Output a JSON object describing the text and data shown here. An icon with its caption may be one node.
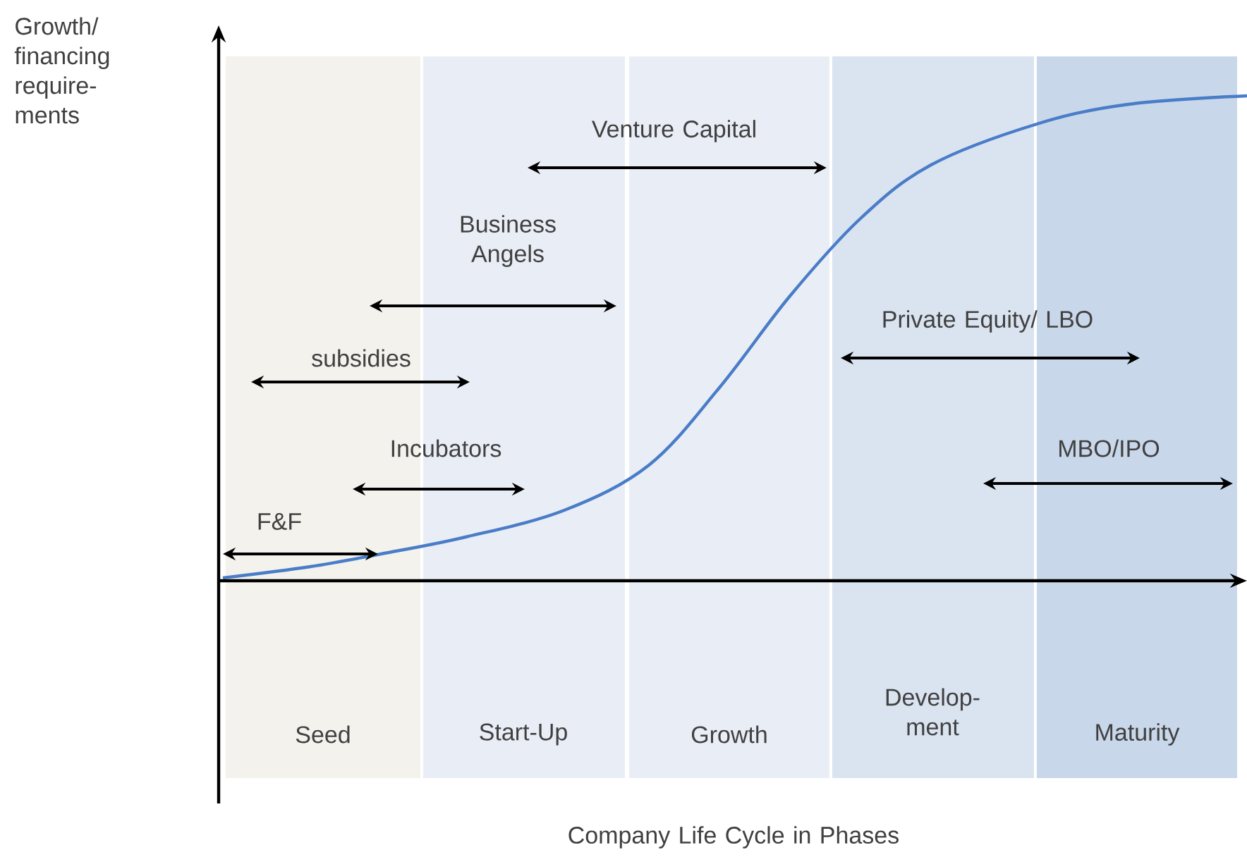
{
  "diagram": {
    "labels": [
      "Growth/ financing require- ments",
      "Venture Capital",
      "Business Angels",
      "Private Equity/ LBO",
      "subsidies",
      "Incubators",
      "MBO/IPO",
      "F&F",
      "Develop- ment",
      "Seed",
      "Start-Up",
      "Growth",
      "Maturity",
      "Company Life Cycle in Phases"
    ]
  }
}
